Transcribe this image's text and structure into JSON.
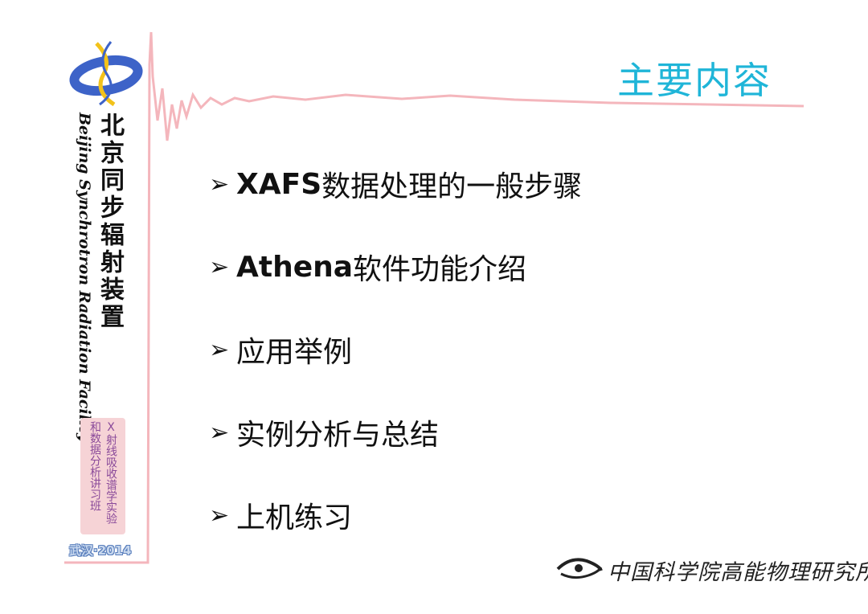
{
  "slide": {
    "title": "主要内容",
    "bullets": [
      {
        "bold": "XAFS",
        "text": "数据处理的一般步骤"
      },
      {
        "bold": "Athena",
        "text": "软件功能介绍"
      },
      {
        "bold": "",
        "text": "应用举例"
      },
      {
        "bold": "",
        "text": "实例分析与总结"
      },
      {
        "bold": "",
        "text": "上机练习"
      }
    ],
    "bullet_marker": "➢"
  },
  "sidebar": {
    "org_cn": "北京同步辐射装置",
    "org_en": "Beijing Synchrotron Radiation Facility",
    "workshop_col1": "X射线吸收谱学实验",
    "workshop_col2": "和数据分析讲习班",
    "year_badge": "武汉·2014"
  },
  "footer": {
    "institute": "中国科学院高能物理研究所"
  },
  "colors": {
    "title": "#1fb5d8",
    "wave": "#f4b6bc",
    "logo_blue": "#3d63c8",
    "logo_yellow": "#f2c21a"
  }
}
